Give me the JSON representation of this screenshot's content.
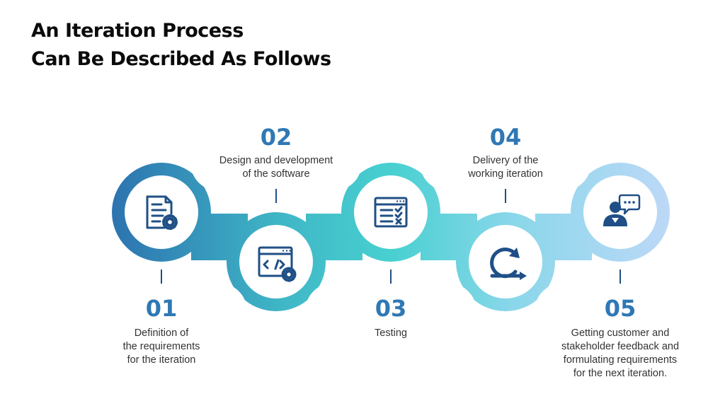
{
  "title": {
    "line1": "An Iteration Process",
    "line2": "Can Be Described As Follows"
  },
  "colors": {
    "title": "#0b0b0b",
    "number": "#2f78b4",
    "icon": "#1f4f86",
    "gradient": [
      "#2d74b0",
      "#3fb6c6",
      "#48d0d0",
      "#8ad7ea",
      "#bcd8f7"
    ]
  },
  "steps": [
    {
      "number": "01",
      "lines": [
        "Definition of",
        "the requirements",
        "for the iteration"
      ],
      "icon": "document-gear-icon"
    },
    {
      "number": "02",
      "lines": [
        "Design and development",
        "of the software"
      ],
      "icon": "code-window-gear-icon"
    },
    {
      "number": "03",
      "lines": [
        "Testing"
      ],
      "icon": "checklist-window-icon"
    },
    {
      "number": "04",
      "lines": [
        "Delivery of the",
        "working iteration"
      ],
      "icon": "cycle-arrow-icon"
    },
    {
      "number": "05",
      "lines": [
        "Getting customer and",
        "stakeholder feedback and",
        "formulating requirements",
        "for the next iteration."
      ],
      "icon": "person-chat-icon"
    }
  ]
}
